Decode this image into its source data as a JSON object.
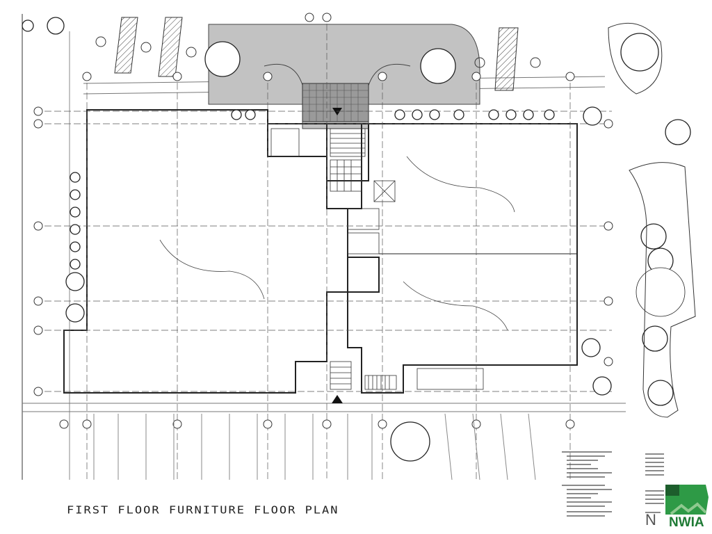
{
  "drawing": {
    "title": "FIRST FLOOR FURNITURE FLOOR PLAN",
    "watermark_letter": "N"
  },
  "logo": {
    "text": "NWIA",
    "colors": {
      "dark": "#1d5e2c",
      "mid": "#2e9a46",
      "light": "#8fc98f"
    }
  },
  "colors": {
    "line": "#333333",
    "plaza": "#bdbdbd",
    "grid": "#555555"
  }
}
